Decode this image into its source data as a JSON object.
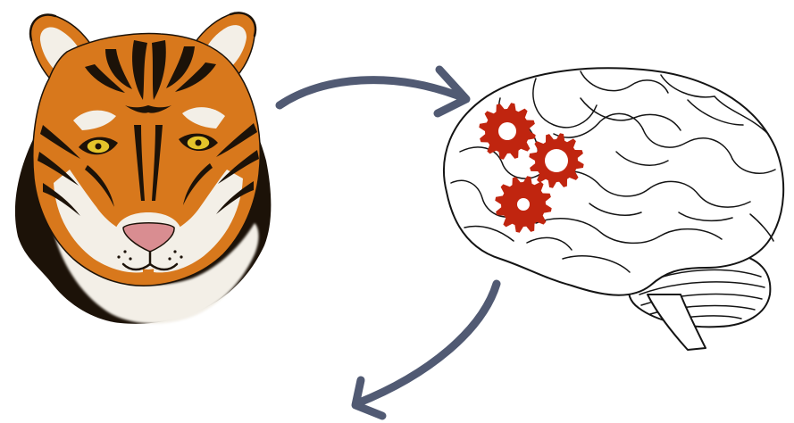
{
  "figure": {
    "elements": [
      {
        "id": "tiger",
        "kind": "illustration",
        "subject": "tiger-face-icon"
      },
      {
        "id": "brain",
        "kind": "illustration",
        "subject": "brain-icon"
      },
      {
        "id": "gears",
        "kind": "illustration",
        "subject": "gears-icon",
        "count": 3
      }
    ],
    "arrows": [
      {
        "from": "tiger",
        "to": "brain"
      },
      {
        "from": "brain",
        "to": "offscreen-bottom-left"
      }
    ]
  },
  "colors": {
    "background": "#ffffff",
    "arrow": "#515a73",
    "gear": "#c0250f",
    "tiger_orange": "#d8781c",
    "tiger_dark": "#1c1208",
    "tiger_white": "#f3efe7",
    "tiger_eye": "#e4c42a",
    "tiger_nose": "#d98d91",
    "brain_outline": "#141414",
    "brain_fill": "#ffffff"
  }
}
